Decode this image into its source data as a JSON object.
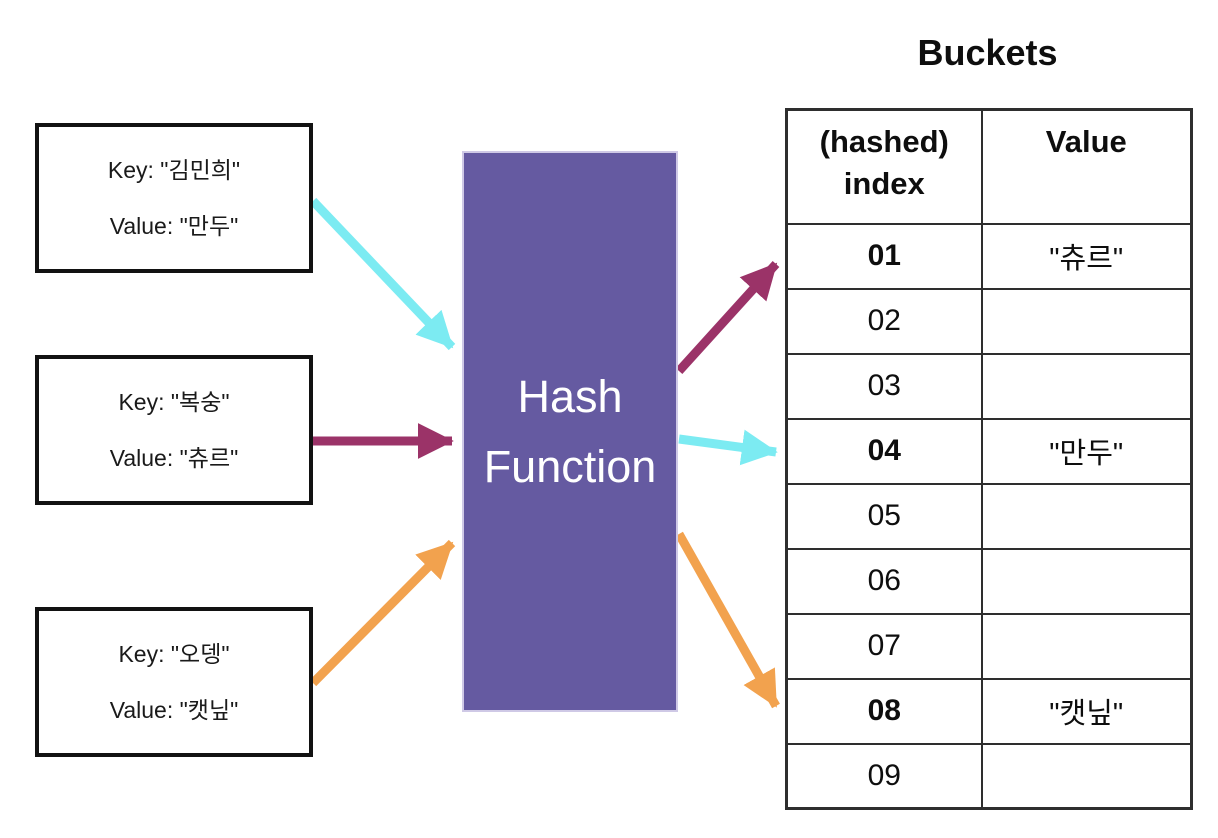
{
  "colors": {
    "purple": "#655AA1",
    "cyan": "#7CEBF2",
    "maroon": "#9B3368",
    "orange": "#F2A24E",
    "box_border": "#121212",
    "table_border": "#2E2E2E"
  },
  "inputs": [
    {
      "key_label": "Key: \"김민희\"",
      "value_label": "Value: \"만두\"",
      "arrow_color": "cyan"
    },
    {
      "key_label": "Key: \"복숭\"",
      "value_label": "Value: \"츄르\"",
      "arrow_color": "maroon"
    },
    {
      "key_label": "Key: \"오뎅\"",
      "value_label": "Value: \"캣닢\"",
      "arrow_color": "orange"
    }
  ],
  "hash_function": {
    "line1": "Hash",
    "line2": "Function"
  },
  "buckets_table": {
    "title": "Buckets",
    "headers": [
      "(hashed) index",
      "Value"
    ],
    "rows": [
      {
        "index": "01",
        "value": "\"츄르\"",
        "filled": true
      },
      {
        "index": "02",
        "value": "",
        "filled": false
      },
      {
        "index": "03",
        "value": "",
        "filled": false
      },
      {
        "index": "04",
        "value": "\"만두\"",
        "filled": true
      },
      {
        "index": "05",
        "value": "",
        "filled": false
      },
      {
        "index": "06",
        "value": "",
        "filled": false
      },
      {
        "index": "07",
        "value": "",
        "filled": false
      },
      {
        "index": "08",
        "value": "\"캣닢\"",
        "filled": true
      },
      {
        "index": "09",
        "value": "",
        "filled": false
      }
    ]
  },
  "arrows": [
    {
      "name": "input1-to-hash",
      "color": "cyan"
    },
    {
      "name": "input2-to-hash",
      "color": "maroon"
    },
    {
      "name": "input3-to-hash",
      "color": "orange"
    },
    {
      "name": "hash-to-bucket-01",
      "color": "maroon"
    },
    {
      "name": "hash-to-bucket-04",
      "color": "cyan"
    },
    {
      "name": "hash-to-bucket-08",
      "color": "orange"
    }
  ]
}
